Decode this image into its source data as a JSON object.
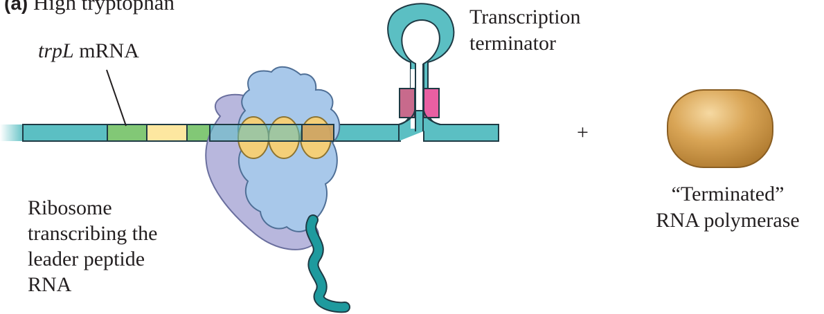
{
  "panel_title": {
    "letter": "(a)",
    "text": "High tryptophan"
  },
  "mrna_label": {
    "gene": "trpL",
    "text": " mRNA"
  },
  "terminator_label": [
    "Transcription",
    "terminator"
  ],
  "ribosome_label": [
    "Ribosome",
    "transcribing the",
    "leader peptide",
    "RNA"
  ],
  "plus_sign": "+",
  "polymerase_label": [
    "“Terminated”",
    "RNA polymerase"
  ],
  "colors": {
    "mrna": "#5bbfc3",
    "outline": "#1e3a44",
    "segment_green": "#82c876",
    "segment_yellow": "#fde7a0",
    "segment_tan": "#d9a25a",
    "hairpin_pink": "#e85fa2",
    "hairpin_mauve": "#c86a8c",
    "ribosome_large": "#a8c8ea",
    "ribosome_small": "#b8b7dd",
    "codon_oval": "#f4cf78",
    "peptide": "#1e9a9e",
    "polymerase": "#c8943e"
  }
}
